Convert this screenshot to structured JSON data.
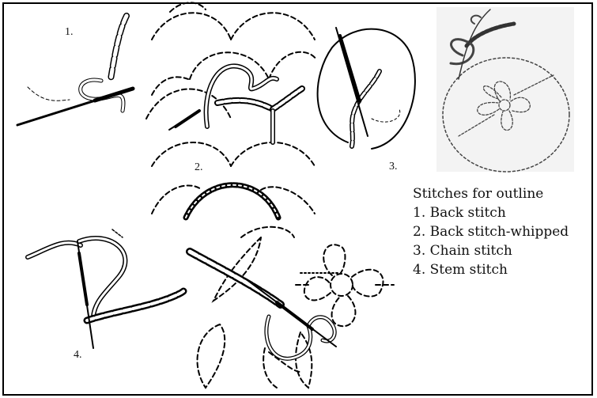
{
  "diagram_labels": {
    "label_1": "1.",
    "label_2": "2.",
    "label_3": "3.",
    "label_4": "4."
  },
  "legend": {
    "title": "Stitches for outline",
    "items": [
      "1. Back stitch",
      "2. Back stitch-whipped",
      "3. Chain stitch",
      "4. Stem stitch"
    ]
  },
  "colors": {
    "line": "#000000",
    "background": "#ffffff",
    "panel_gray": "#f3f3f3",
    "stitch_dark": "#444444"
  }
}
